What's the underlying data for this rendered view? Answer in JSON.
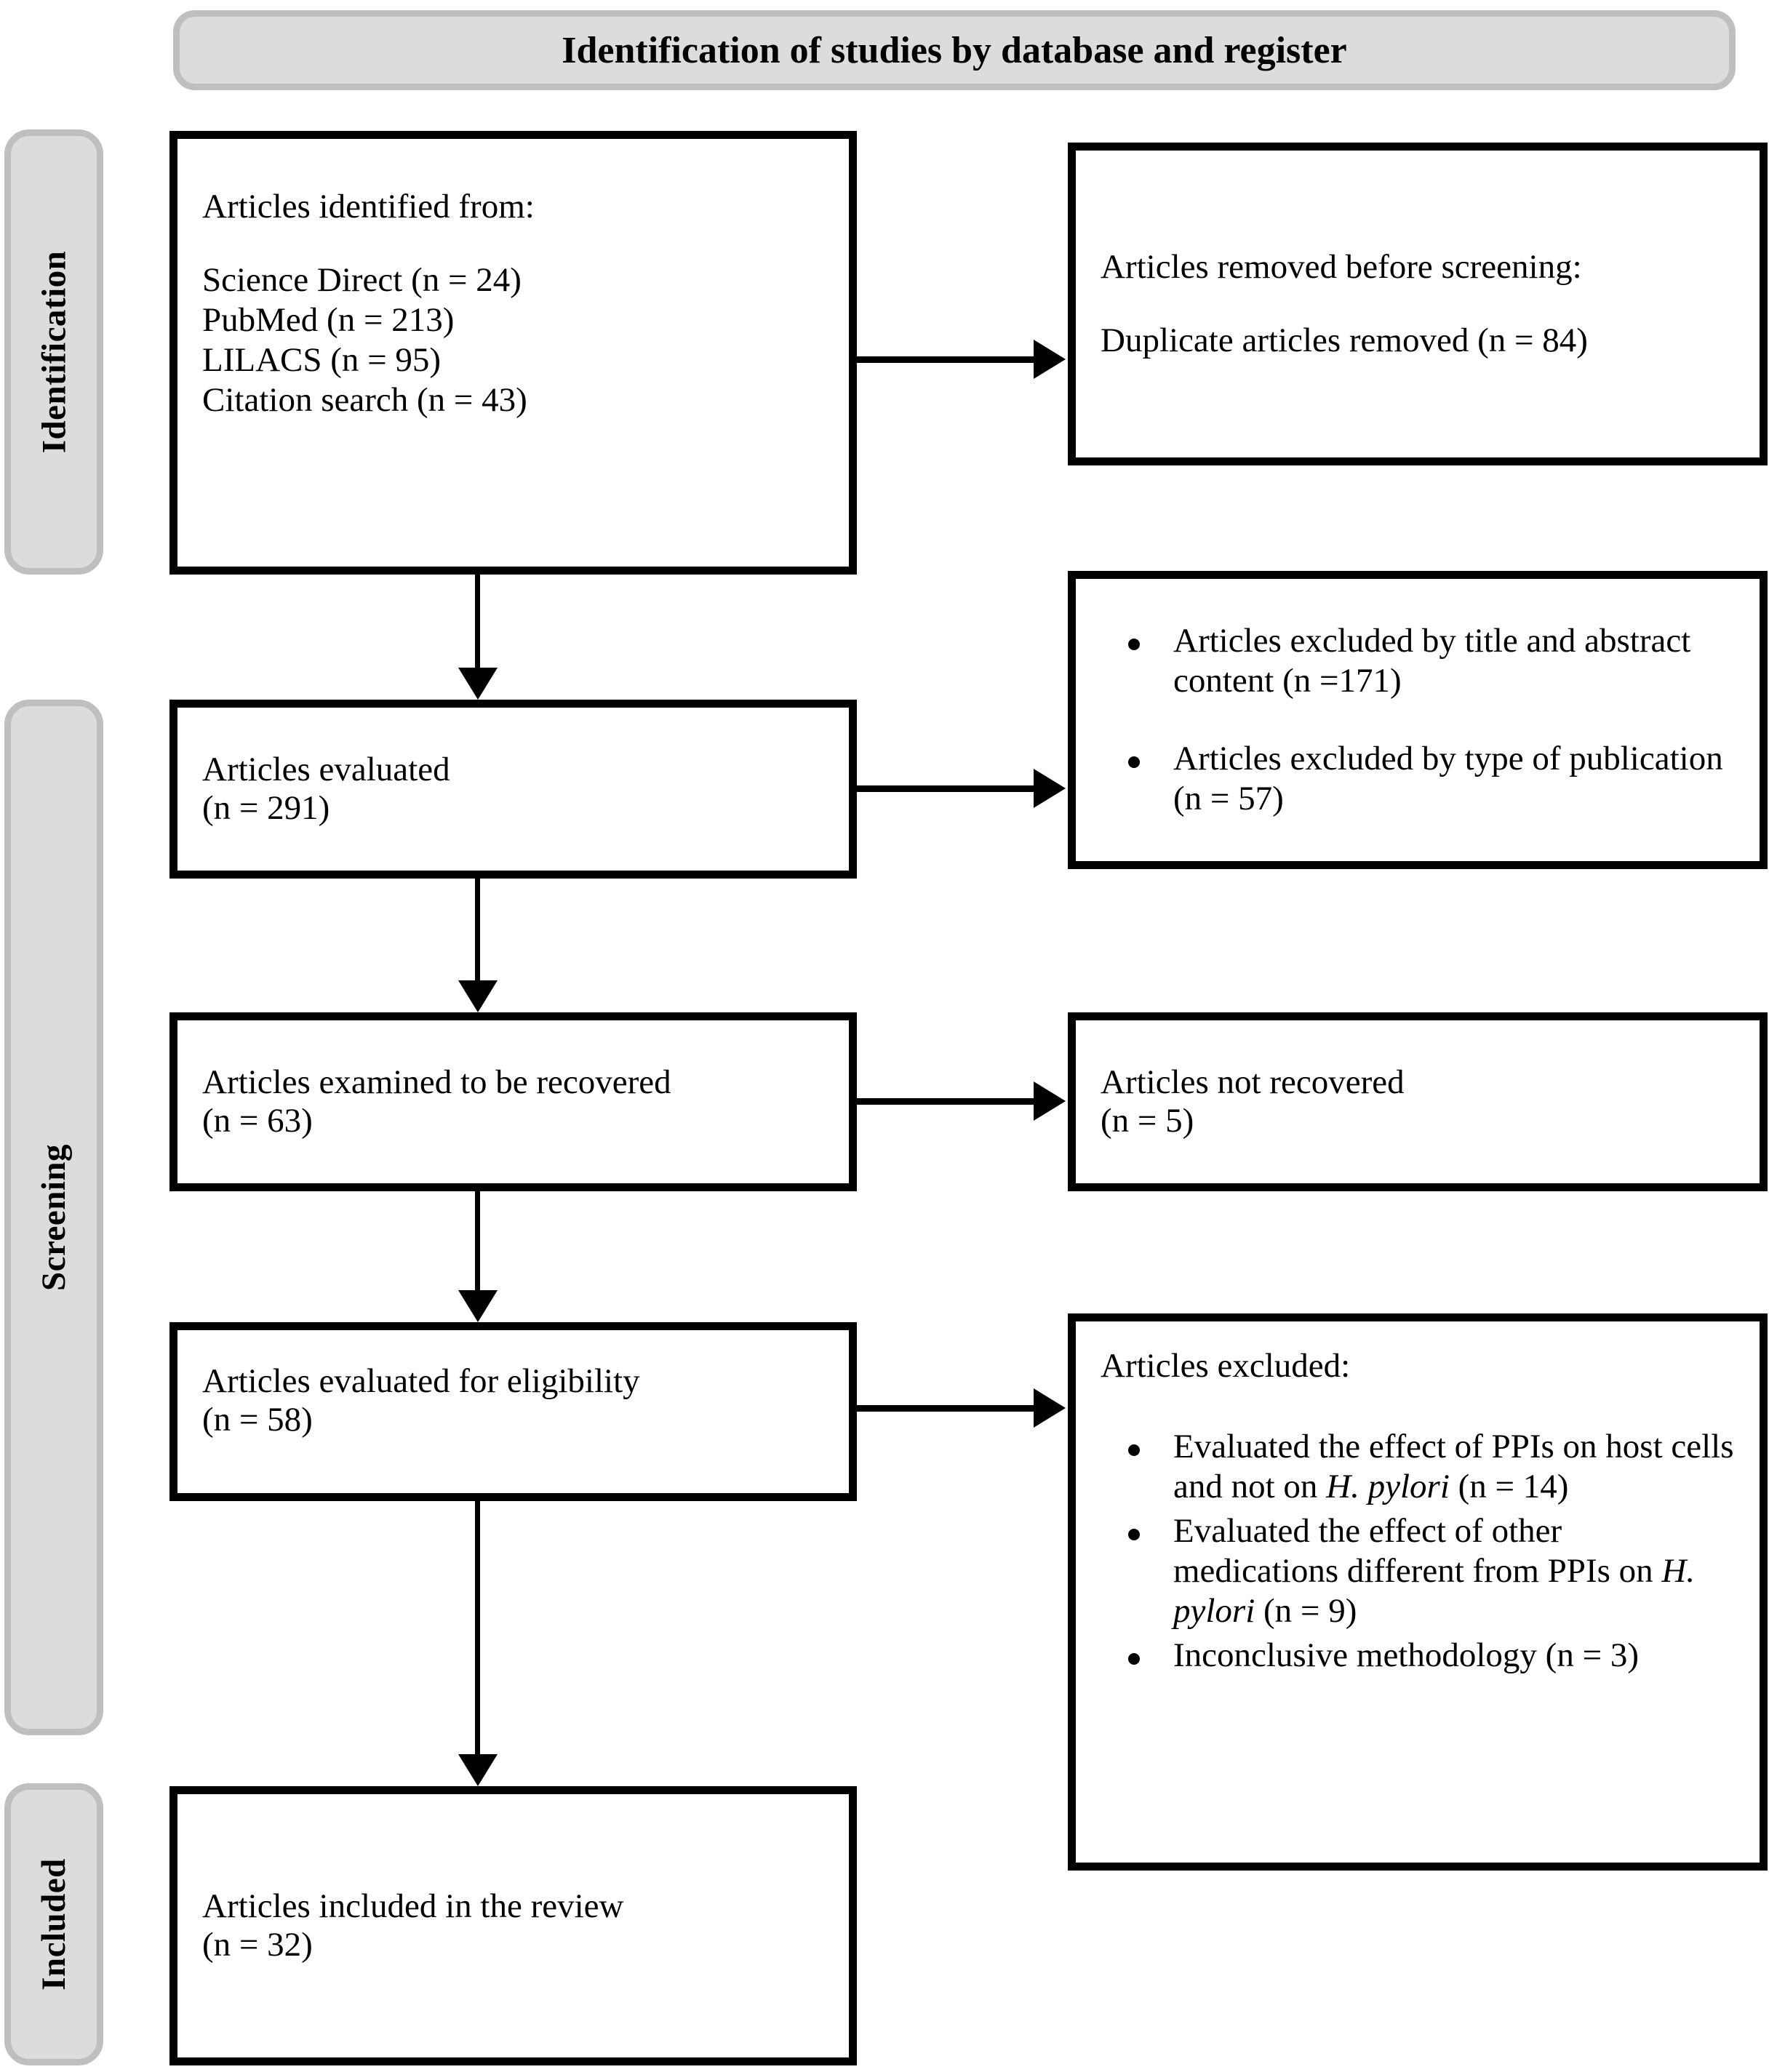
{
  "banner": {
    "title": "Identification of studies by database and register"
  },
  "phases": [
    {
      "name": "identification",
      "label": "Identification"
    },
    {
      "name": "screening",
      "label": "Screening"
    },
    {
      "name": "included",
      "label": "Included"
    }
  ],
  "boxes": {
    "identified": {
      "heading": "Articles identified from:",
      "sources": [
        "Science Direct (n = 24)",
        "PubMed (n = 213)",
        "LILACS (n = 95)",
        "Citation search (n = 43)"
      ]
    },
    "removed_before_screening": {
      "heading": "Articles removed before screening:",
      "detail": "Duplicate articles removed (n = 84)"
    },
    "evaluated": {
      "line1": "Articles evaluated",
      "line2": "(n = 291)"
    },
    "excluded_screening": {
      "bullets": [
        "Articles excluded by title and abstract content (n =171)",
        "Articles excluded by type of publication (n = 57)"
      ]
    },
    "examined_recovered": {
      "line1": "Articles examined to be recovered",
      "line2": "(n = 63)"
    },
    "not_recovered": {
      "line1": "Articles not recovered",
      "line2": "(n = 5)"
    },
    "eligibility": {
      "line1": "Articles evaluated for eligibility",
      "line2": "(n = 58)"
    },
    "excluded_eligibility": {
      "heading": "Articles excluded:",
      "bullets": [
        {
          "pre": "Evaluated the effect of PPIs on host cells and not on ",
          "italic": "H. pylori",
          "post": " (n = 14)"
        },
        {
          "pre": "Evaluated the effect of other medications different from PPIs on ",
          "italic": "H. pylori",
          "post": " (n = 9)"
        },
        {
          "pre": "Inconclusive methodology (n = 3)",
          "italic": "",
          "post": ""
        }
      ]
    },
    "included_review": {
      "line1": "Articles included in the review",
      "line2": "(n = 32)"
    }
  },
  "colors": {
    "phase_fill": "#dcdcdc",
    "phase_border": "#bfbfbf",
    "box_border": "#000000",
    "text": "#000000",
    "page_background": "#ffffff"
  }
}
